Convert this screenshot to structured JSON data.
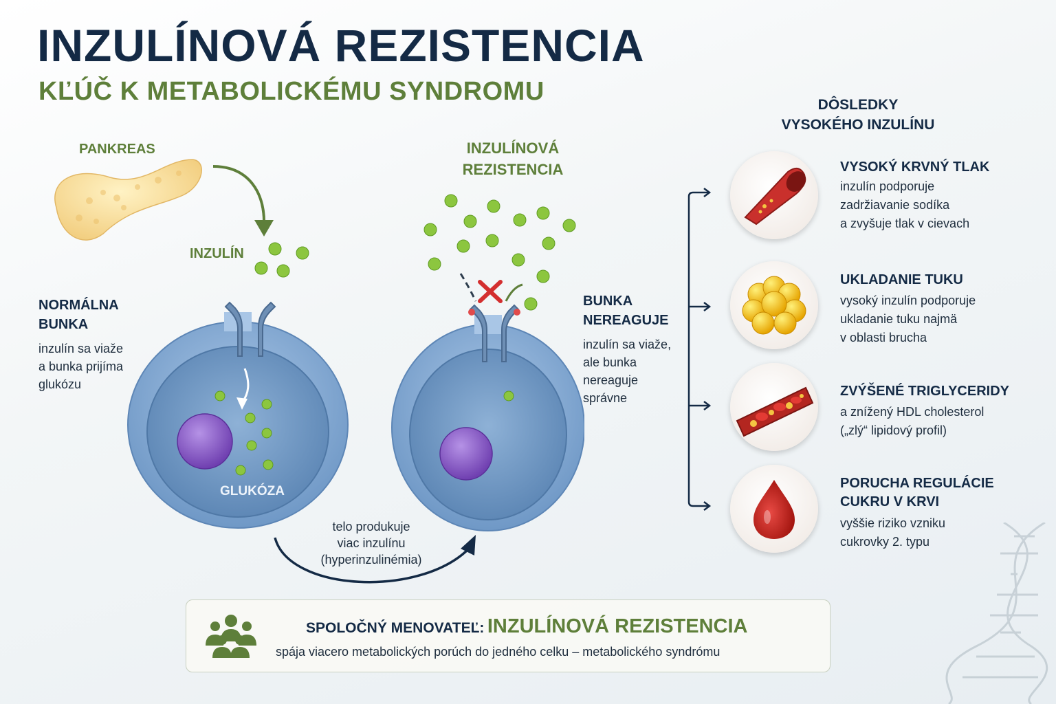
{
  "title": "INZULÍNOVÁ REZISTENCIA",
  "subtitle": "KĽÚČ K METABOLICKÉMU SYNDROMU",
  "labels": {
    "pancreas": "PANKREAS",
    "insulin": "INZULÍN",
    "glucose": "GLUKÓZA",
    "resistance_line1": "INZULÍNOVÁ",
    "resistance_line2": "REZISTENCIA"
  },
  "normal_cell": {
    "title_line1": "NORMÁLNA",
    "title_line2": "BUNKA",
    "desc_line1": "inzulín sa viaže",
    "desc_line2": "a bunka prijíma",
    "desc_line3": "glukózu"
  },
  "resistant_cell": {
    "title_line1": "BUNKA",
    "title_line2": "NEREAGUJE",
    "desc_line1": "inzulín sa viaže,",
    "desc_line2": "ale bunka",
    "desc_line3": "nereaguje",
    "desc_line4": "správne"
  },
  "hyper": {
    "line1": "telo produkuje",
    "line2": "viac inzulínu",
    "line3": "(hyperinzulinémia)"
  },
  "consequences": {
    "heading_line1": "DÔSLEDKY",
    "heading_line2": "VYSOKÉHO INZULÍNU",
    "items": [
      {
        "title_line1": "VYSOKÝ KRVNÝ TLAK",
        "title_line2": "",
        "desc": [
          "inzulín podporuje",
          "zadržiavanie sodíka",
          "a zvyšuje tlak v cievach"
        ]
      },
      {
        "title_line1": "UKLADANIE TUKU",
        "title_line2": "",
        "desc": [
          "vysoký inzulín podporuje",
          "ukladanie tuku najmä",
          "v oblasti brucha"
        ]
      },
      {
        "title_line1": "ZVÝŠENÉ TRIGLYCERIDY",
        "title_line2": "",
        "desc": [
          "a znížený HDL cholesterol",
          "(„zlý“ lipidový profil)",
          ""
        ]
      },
      {
        "title_line1": "PORUCHA REGULÁCIE",
        "title_line2": "CUKRU V KRVI",
        "desc": [
          "vyššie riziko vzniku",
          "cukrovky 2. typu",
          ""
        ]
      }
    ]
  },
  "banner": {
    "lead": "SPOLOČNÝ MENOVATEĽ:",
    "highlight": "INZULÍNOVÁ REZISTENCIA",
    "desc": "spája viacero metabolických porúch do jedného celku – metabolického syndrómu"
  },
  "colors": {
    "navy": "#142a45",
    "green": "#5e7f3a",
    "cell_blue": "#7fa6cf",
    "insulin_green": "#8cc63f",
    "nucleus_purple": "#8b5fc4",
    "alert_red": "#d32f2f"
  }
}
